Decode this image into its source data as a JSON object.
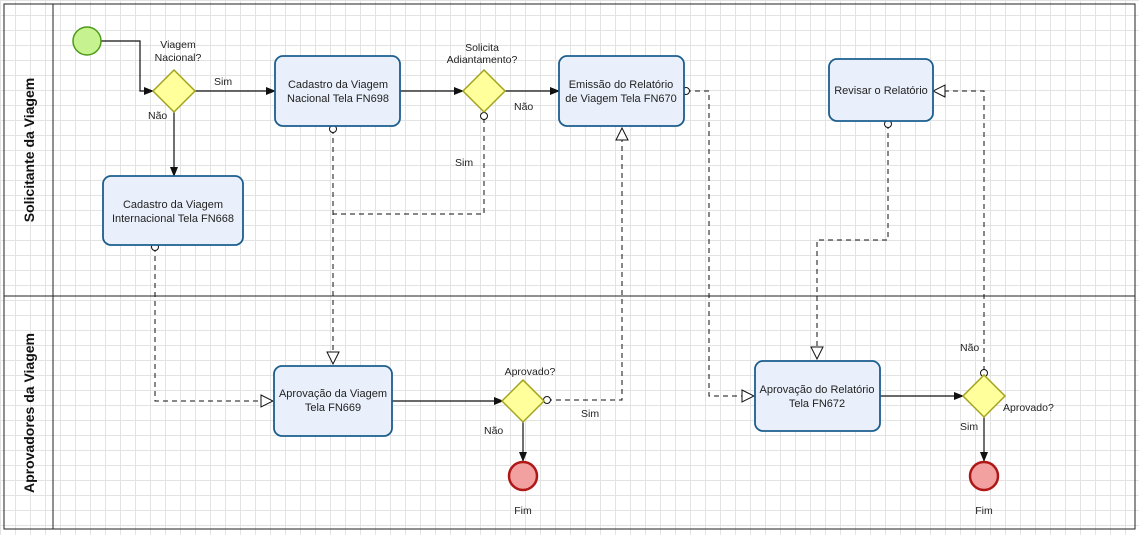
{
  "lanes": {
    "top": "Solicitante da Viagem",
    "bottom": "Aprovadores da Viagem"
  },
  "tasks": {
    "cadastro_nacional": [
      "Cadastro da Viagem",
      "Nacional  Tela FN698"
    ],
    "cadastro_internacional": [
      "Cadastro da Viagem",
      "Internacional Tela FN668"
    ],
    "emissao_relatorio": [
      "Emissão do Relatório",
      "de Viagem Tela FN670"
    ],
    "revisar_relatorio": [
      "Revisar o Relatório"
    ],
    "aprovacao_viagem": [
      "Aprovação da Viagem",
      "Tela FN669"
    ],
    "aprovacao_relatorio": [
      "Aprovação do Relatório",
      "Tela FN672"
    ]
  },
  "gateways": {
    "viagem_nacional": [
      "Viagem",
      "Nacional?"
    ],
    "solicita_adiantamento": [
      "Solicita",
      "Adiantamento?"
    ],
    "aprovado_1": "Aprovado?",
    "aprovado_2": "Aprovado?"
  },
  "flow_labels": {
    "sim_nacional": "Sim",
    "nao_nacional": "Não",
    "nao_adiantamento": "Não",
    "sim_adiantamento": "Sim",
    "sim_aprovado_1": "Sim",
    "nao_aprovado_1": "Não",
    "nao_aprovado_2": "Não",
    "sim_aprovado_2": "Sim"
  },
  "end_events": {
    "fim_1": "Fim",
    "fim_2": "Fim"
  },
  "colors": {
    "task_fill": "#eaf0fb",
    "task_stroke": "#1b5e8e",
    "gateway_fill": "#ffff9c",
    "gateway_stroke": "#a3a31e",
    "start_fill": "#c6f28f",
    "start_stroke": "#4d9a18",
    "end_fill": "#f2a0a0",
    "end_stroke": "#b01818"
  }
}
